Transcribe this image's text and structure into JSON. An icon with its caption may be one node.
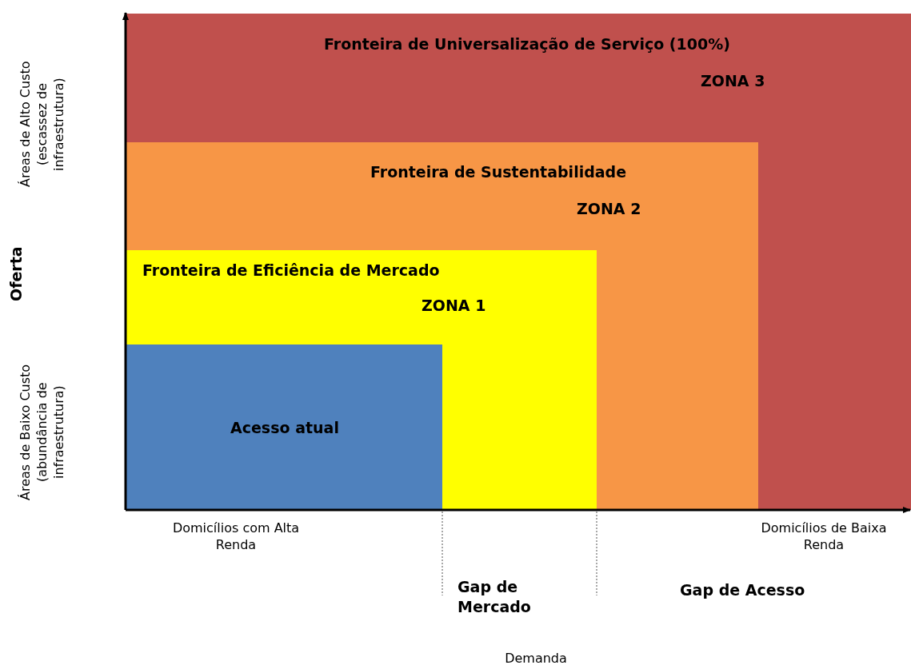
{
  "diagram": {
    "nodes": [
      {
        "text": [
          "Fronteira de Universalização de Serviço (100%)",
          "ZONA 3"
        ]
      },
      {
        "text": [
          "Fronteira de Sustentabilidade",
          "ZONA 2"
        ],
        "in": 0
      },
      {
        "text": [
          "Fronteira de Eficiência de Mercado",
          "ZONA 1"
        ],
        "in": 1
      },
      {
        "text": [
          "Acesso atual"
        ],
        "in": 2
      }
    ],
    "labels": [
      "Áreas de Alto Custo (escassez de infraestrutura)",
      "Oferta",
      "Áreas de Baixo Custo (abundância de infraestrutura)",
      "Domicílios com Alta Renda",
      "Domicílios de Baixa Renda",
      "Gap de Mercado",
      "Gap de Acesso",
      "Demanda"
    ]
  }
}
